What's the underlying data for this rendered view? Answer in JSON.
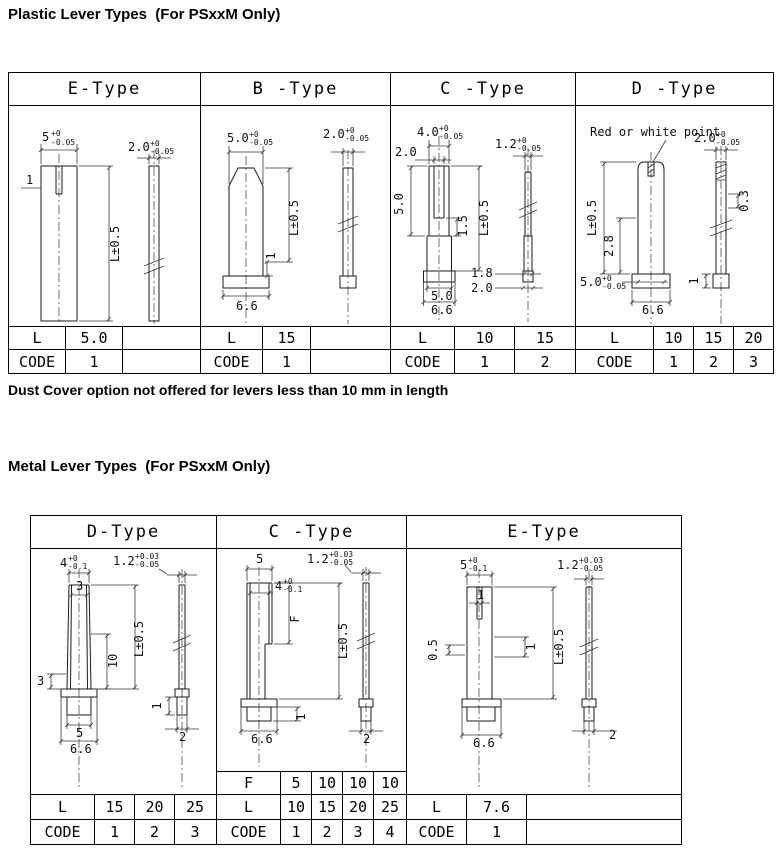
{
  "page": {
    "heading_plastic": "Plastic Lever Types  (For PSxxM Only)",
    "note": "Dust Cover option not offered for levers less than 10 mm in length",
    "heading_metal": "Metal Lever Types  (For PSxxM Only)"
  },
  "plastic": {
    "e": {
      "title": "E-Type",
      "d": {
        "w": {
          "v": "5",
          "t": "+0",
          "b": "-0.05"
        },
        "sw": {
          "v": "2.0",
          "t": "+0",
          "b": "-0.05"
        },
        "slot": "1",
        "len": "L±0.5"
      },
      "table": [
        [
          "L",
          "5.0"
        ],
        [
          "CODE",
          "1"
        ]
      ]
    },
    "b": {
      "title": "B -Type",
      "d": {
        "w": {
          "v": "5.0",
          "t": "+0",
          "b": "-0.05"
        },
        "sw": {
          "v": "2.0",
          "t": "+0",
          "b": "-0.05"
        },
        "one": "1",
        "len": "L±0.5",
        "base": "6.6"
      },
      "table": [
        [
          "L",
          "15"
        ],
        [
          "CODE",
          "1"
        ]
      ]
    },
    "c": {
      "title": "C -Type",
      "d": {
        "w": {
          "v": "4.0",
          "t": "+0",
          "b": "-0.05"
        },
        "inner": "2.0",
        "sw": {
          "v": "1.2",
          "t": "+0",
          "b": "-0.05"
        },
        "h5": "5.0",
        "h15": "1.5",
        "len": "L±0.5",
        "s18": "1.8",
        "bw": "5.0",
        "s20": "2.0",
        "base": "6.6"
      },
      "table": [
        [
          "L",
          "10",
          "15"
        ],
        [
          "CODE",
          "1",
          "2"
        ]
      ]
    },
    "d": {
      "title": "D -Type",
      "d": {
        "note": "Red or white point",
        "sw": {
          "v": "2.0",
          "t": "+0",
          "b": "-0.05"
        },
        "len": "L±0.5",
        "h28": "2.8",
        "bw": {
          "v": "5.0",
          "t": "+0",
          "b": "-0.05"
        },
        "s03": "0.3",
        "s1": "1",
        "base": "6.6"
      },
      "table": [
        [
          "L",
          "10",
          "15",
          "20"
        ],
        [
          "CODE",
          "1",
          "2",
          "3"
        ]
      ]
    }
  },
  "metal": {
    "d": {
      "title": "D-Type",
      "d": {
        "w": {
          "v": "4",
          "t": "+0",
          "b": "-0.1"
        },
        "inner": "3",
        "sw": {
          "v": "1.2",
          "t": "+0.03",
          "b": "-0.05"
        },
        "left3": "3",
        "h10": "10",
        "len": "L±0.5",
        "w5": "5",
        "base": "6.6",
        "s1": "1",
        "s2": "2"
      },
      "table": [
        [
          "L",
          "15",
          "20",
          "25"
        ],
        [
          "CODE",
          "1",
          "2",
          "3"
        ]
      ]
    },
    "c": {
      "title": "C -Type",
      "d": {
        "w": "5",
        "inner": {
          "v": "4",
          "t": "+0",
          "b": "-0.1"
        },
        "sw": {
          "v": "1.2",
          "t": "+0.03",
          "b": "-0.05"
        },
        "f": "F",
        "len": "L±0.5",
        "base": "6.6",
        "s1": "1",
        "s2": "2"
      },
      "table": [
        [
          "F",
          "5",
          "10",
          "10",
          "10"
        ],
        [
          "L",
          "10",
          "15",
          "20",
          "25"
        ],
        [
          "CODE",
          "1",
          "2",
          "3",
          "4"
        ]
      ]
    },
    "e": {
      "title": "E-Type",
      "d": {
        "w": {
          "v": "5",
          "t": "+0",
          "b": "-0.1"
        },
        "sw": {
          "v": "1.2",
          "t": "+0.03",
          "b": "-0.05"
        },
        "slot": "1",
        "half": "0.5",
        "one": "1",
        "len": "L±0.5",
        "base": "6.6",
        "s2": "2"
      },
      "table": [
        [
          "L",
          "7.6"
        ],
        [
          "CODE",
          "1"
        ]
      ]
    }
  }
}
